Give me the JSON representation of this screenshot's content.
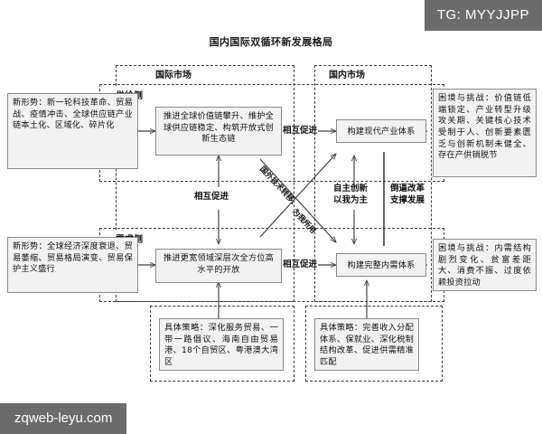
{
  "overlay": {
    "tg_badge": "TG: MYYJJPP",
    "watermark": "zqweb-leyu.com"
  },
  "diagram": {
    "title": "国内国际双循环新发展格局",
    "frames": {
      "international_market": "国际市场",
      "domestic_market": "国内市场",
      "supply_side": "供给侧",
      "demand_side": "需求侧"
    },
    "boxes": {
      "left_top": "新形势：新一轮科技革命、贸易战、疫情冲击、全球供应链产业链本土化、区域化、碎片化",
      "left_bottom": "新形势：全球经济深度衰退、贸易萎缩、贸易格局演变、贸易保护主义盛行",
      "center_supply": "推进全球价值链攀升、维护全球供应链稳定、构筑开放式创新生态链",
      "center_demand": "推进更宽领域深层次全方位高水平的开放",
      "right_supply": "构建现代产业体系",
      "right_demand": "构建完整内需体系",
      "right_top": "困境与挑战：价值链低端锁定、产业转型升级攻关期、关键核心技术受制于人、创新要素匮乏与创新机制未健全、存在产供销脱节",
      "right_bottom": "困境与挑战：内需结构剧烈变化、贫富差距大、消费不振、过度依赖投资拉动",
      "strategy_left": "具体策略：深化服务贸易、一带一路倡议、海南自由贸易港、18个自贸区、粤港澳大湾区",
      "strategy_right": "具体策略：完善收入分配体系、保就业、深化税制结构改革、促进供需精准匹配"
    },
    "labels": {
      "mutual_top": "相互促进",
      "mutual_middle": "相互促进",
      "mutual_bottom": "相互促进",
      "self_innovation": "自主创新\n以我为主",
      "reform_support": "倒逼改革\n支撑发展",
      "diagonal_a": "国外技术转移、",
      "diagonal_b": "为我所用"
    }
  }
}
